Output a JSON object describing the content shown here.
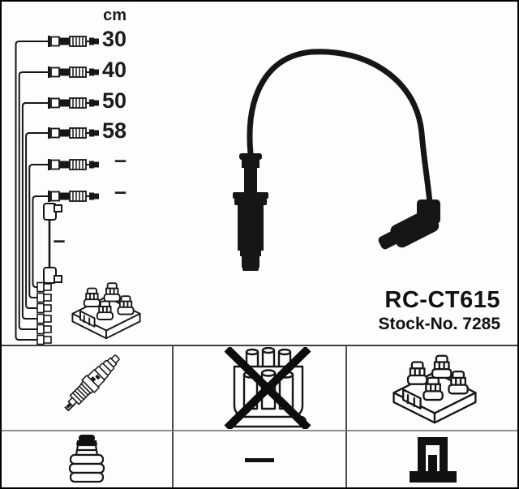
{
  "colors": {
    "ink": "#161616",
    "background": "#fdfdfd",
    "grid_line": "#4a4a4a"
  },
  "product": {
    "part_number": "RC-CT615",
    "stock_number_label": "Stock-No. 7285"
  },
  "length_column": {
    "unit_header": "cm",
    "cable_lengths": [
      "30",
      "40",
      "50",
      "58",
      "–",
      "–"
    ],
    "coupler_cable_length": "–"
  },
  "drawings": {
    "left_diagram": "ignition-cable-set-with-lengths",
    "left_bottom": "ignition-coil-pack-drawing",
    "main": "single-ignition-lead-with-straight-and-angled-boot"
  },
  "legend": {
    "row1": [
      {
        "icon": "spark-plug"
      },
      {
        "icon": "distributor-cap-crossed-out"
      },
      {
        "icon": "ignition-coil-pack"
      }
    ],
    "row2": [
      {
        "icon": "plug-terminal-nut"
      },
      {
        "icon": "dash",
        "symbol": "–"
      },
      {
        "icon": "coil-connector"
      }
    ]
  }
}
